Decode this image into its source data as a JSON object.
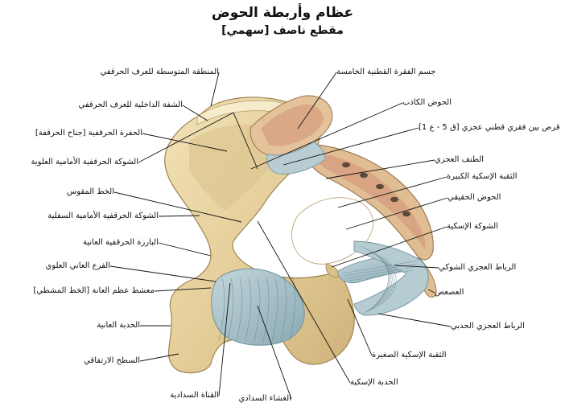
{
  "title": "عظام وأربطة الحوض",
  "subtitle": "مقطع ناصف [سهمي]",
  "labels": {
    "left": [
      "المنطقة المتوسطة للعرف الحرقفي",
      "الشفة الداخلية للعرف الحرقفي",
      "الحفرة الحرقفية [جناح الحرقفة]",
      "الشوكة الحرقفية الأمامية العلوية",
      "الخط المقوس",
      "الشوكة الحرقفية الأمامية السفلية",
      "البارزة الحرقفية العانية",
      "الفرع العاني العلوي",
      "معشط عظم العانة [الخط المشطي]",
      "الحدبة العانية",
      "السطح الارتفاقي",
      "القناة السدادية",
      "الغشاء السدادي"
    ],
    "right": [
      "جسم الفقرة القطنية الخامسة",
      "الحوض الكاذب",
      "قرص بين فقري قطني عجزي [ق 5 - ع 1]",
      "الطنف العجزي",
      "الثقبة الإسكية الكبيرة",
      "الحوض الحقيقي",
      "الشوكة الإسكية",
      "الرباط العجزي الشوكي",
      "العصعص",
      "الرباط العجزي الحدبي",
      "الثقبة الإسكية الصغيرة",
      "الحدبة الإسكية"
    ]
  },
  "colors": {
    "bone": "#e6d2a0",
    "bone_shadow": "#c9ad72",
    "bone_highlight": "#f4e6c0",
    "marrow": "#dba68a",
    "ligament": "#a9c4cc",
    "ligament_dark": "#7f9fab",
    "disc": "#b8ccd2",
    "leader": "#111111"
  }
}
